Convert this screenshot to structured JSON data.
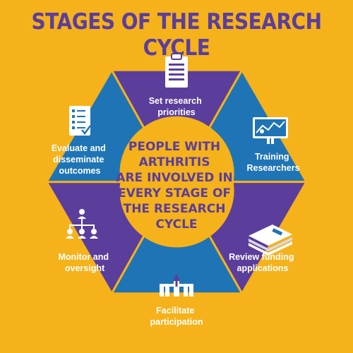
{
  "title": "STAGES OF THE RESEARCH CYCLE",
  "center_text": [
    "PEOPLE WITH",
    "ARTHRITIS",
    "ARE INVOLVED IN",
    "EVERY STAGE OF",
    "THE RESEARCH",
    "CYCLE"
  ],
  "stages": [
    {
      "lines": [
        "Set research",
        "priorities"
      ],
      "icon": "clipboard-icon",
      "color": "purple"
    },
    {
      "lines": [
        "Training",
        "Researchers"
      ],
      "icon": "presentation-board-icon",
      "color": "blue"
    },
    {
      "lines": [
        "Review funding",
        "applications"
      ],
      "icon": "documents-stack-icon",
      "color": "purple"
    },
    {
      "lines": [
        "Facilitate",
        "participation"
      ],
      "icon": "people-growth-icon",
      "color": "blue"
    },
    {
      "lines": [
        "Monitor and",
        "oversight"
      ],
      "icon": "org-chart-icon",
      "color": "purple"
    },
    {
      "lines": [
        "Evaluate and",
        "disseminate",
        "outcomes"
      ],
      "icon": "checklist-icon",
      "color": "blue"
    }
  ],
  "colors": {
    "background": "#F5B21B",
    "purple": "#5B3E9B",
    "blue": "#1F74B5",
    "center": "#F5B21B",
    "text_on_segment": "#FFFFFF"
  }
}
